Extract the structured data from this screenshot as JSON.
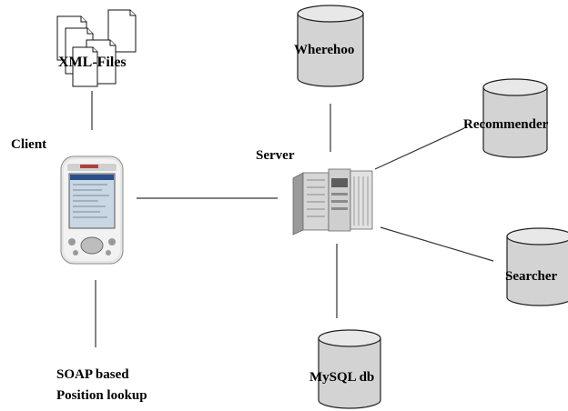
{
  "nodes": {
    "xml_files": {
      "label": "XML-Files",
      "icon": "documents-icon"
    },
    "client": {
      "label": "Client",
      "icon": "pda-icon"
    },
    "server": {
      "label": "Server",
      "icon": "server-rack-icon"
    },
    "wherehoo": {
      "label": "Wherehoo",
      "icon": "database-cylinder-icon"
    },
    "recommender": {
      "label": "Recommender",
      "icon": "database-cylinder-icon"
    },
    "searcher": {
      "label": "Searcher",
      "icon": "database-cylinder-icon"
    },
    "mysql": {
      "label": "MySQL db",
      "icon": "database-cylinder-icon"
    },
    "soap_lookup": {
      "lines": [
        "SOAP based",
        "Position lookup"
      ]
    }
  },
  "colors": {
    "line": "#333333",
    "cylinder_fill": "#d3d3d3",
    "cylinder_top": "#e8e8e8",
    "cylinder_stroke": "#222222",
    "text": "#000000"
  }
}
